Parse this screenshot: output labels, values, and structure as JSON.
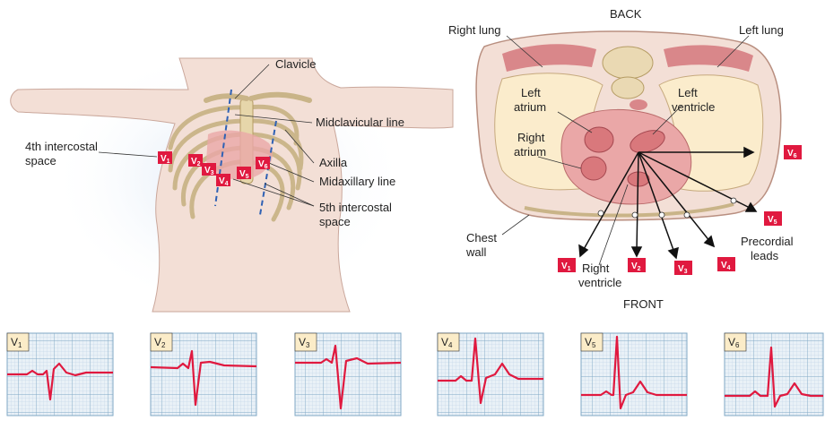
{
  "torso": {
    "labels": {
      "clavicle": "Clavicle",
      "midclavicular": "Midclavicular line",
      "axilla": "Axilla",
      "midaxillary": "Midaxillary line",
      "fifth_ic_1": "5th intercostal",
      "fifth_ic_2": "space",
      "fourth_ic_1": "4th intercostal",
      "fourth_ic_2": "space"
    },
    "leads": [
      {
        "main": "V",
        "sub": "1"
      },
      {
        "main": "V",
        "sub": "2"
      },
      {
        "main": "V",
        "sub": "3"
      },
      {
        "main": "V",
        "sub": "4"
      },
      {
        "main": "V",
        "sub": "5"
      },
      {
        "main": "V",
        "sub": "6"
      }
    ]
  },
  "cross_section": {
    "labels": {
      "back": "BACK",
      "front": "FRONT",
      "right_lung": "Right lung",
      "left_lung": "Left lung",
      "left_atrium_1": "Left",
      "left_atrium_2": "atrium",
      "left_ventricle_1": "Left",
      "left_ventricle_2": "ventricle",
      "right_atrium_1": "Right",
      "right_atrium_2": "atrium",
      "chest_wall_1": "Chest",
      "chest_wall_2": "wall",
      "right_ventricle_1": "Right",
      "right_ventricle_2": "ventricle",
      "precordial_1": "Precordial",
      "precordial_2": "leads"
    }
  },
  "ecg_strips": [
    {
      "main": "V",
      "sub": "1"
    },
    {
      "main": "V",
      "sub": "2"
    },
    {
      "main": "V",
      "sub": "3"
    },
    {
      "main": "V",
      "sub": "4"
    },
    {
      "main": "V",
      "sub": "5"
    },
    {
      "main": "V",
      "sub": "6"
    }
  ],
  "colors": {
    "lead_badge": "#e0193f",
    "ecg_trace": "#e0193f",
    "ecg_grid": "#a9c6da",
    "ecg_bg": "#e9f1f7",
    "skin": "#f3dfd6",
    "lung": "#fbeccc",
    "heart": "#eaa7a7"
  }
}
